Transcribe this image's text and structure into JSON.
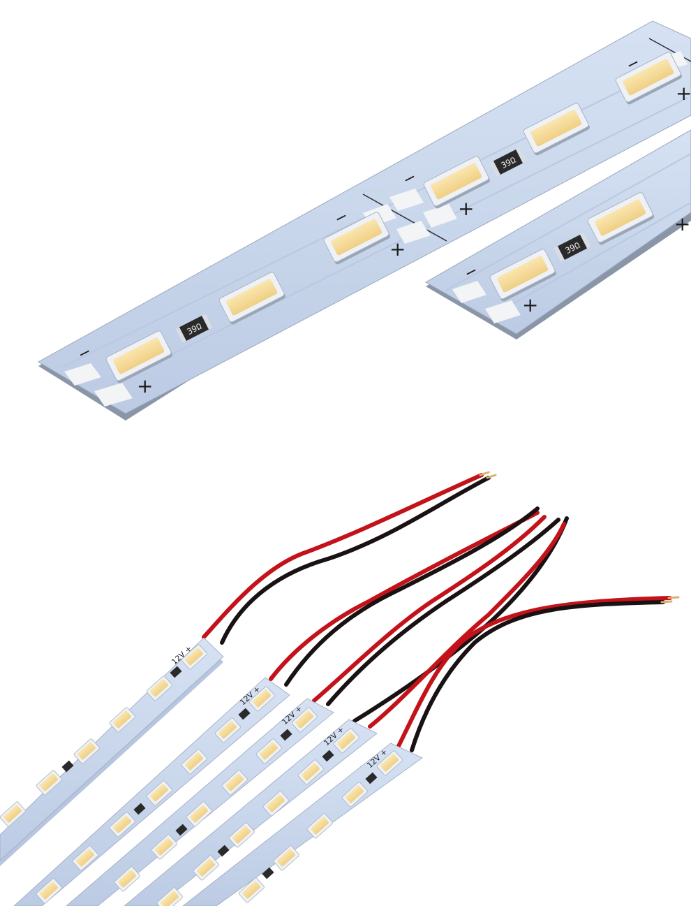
{
  "photo": {
    "top_panel": {
      "strip_main": {
        "resistor_code_1": "39Ω",
        "resistor_code_2": "39Ω",
        "minus_1": "−",
        "plus_1": "+",
        "minus_2": "−",
        "plus_2": "+",
        "minus_3": "−",
        "plus_3": "+",
        "minus_4": "−",
        "plus_4": "+"
      },
      "strip_short": {
        "resistor_code": "39Ω",
        "minus_1": "−",
        "plus_1": "+",
        "plus_2": "+"
      }
    },
    "bottom_panel": {
      "strip_labels": [
        "12V +",
        "12V +",
        "12V +",
        "12V +",
        "12V +"
      ]
    }
  },
  "colors": {
    "background": "#ffffff",
    "pcb": "#c9d8ee",
    "pcb_edge": "#8a96a8",
    "led": "#f6dd9e",
    "led_frame": "#eef1f6",
    "resistor": "#2a2a2a",
    "wire_red": "#c4121a",
    "wire_black": "#1a1212"
  }
}
